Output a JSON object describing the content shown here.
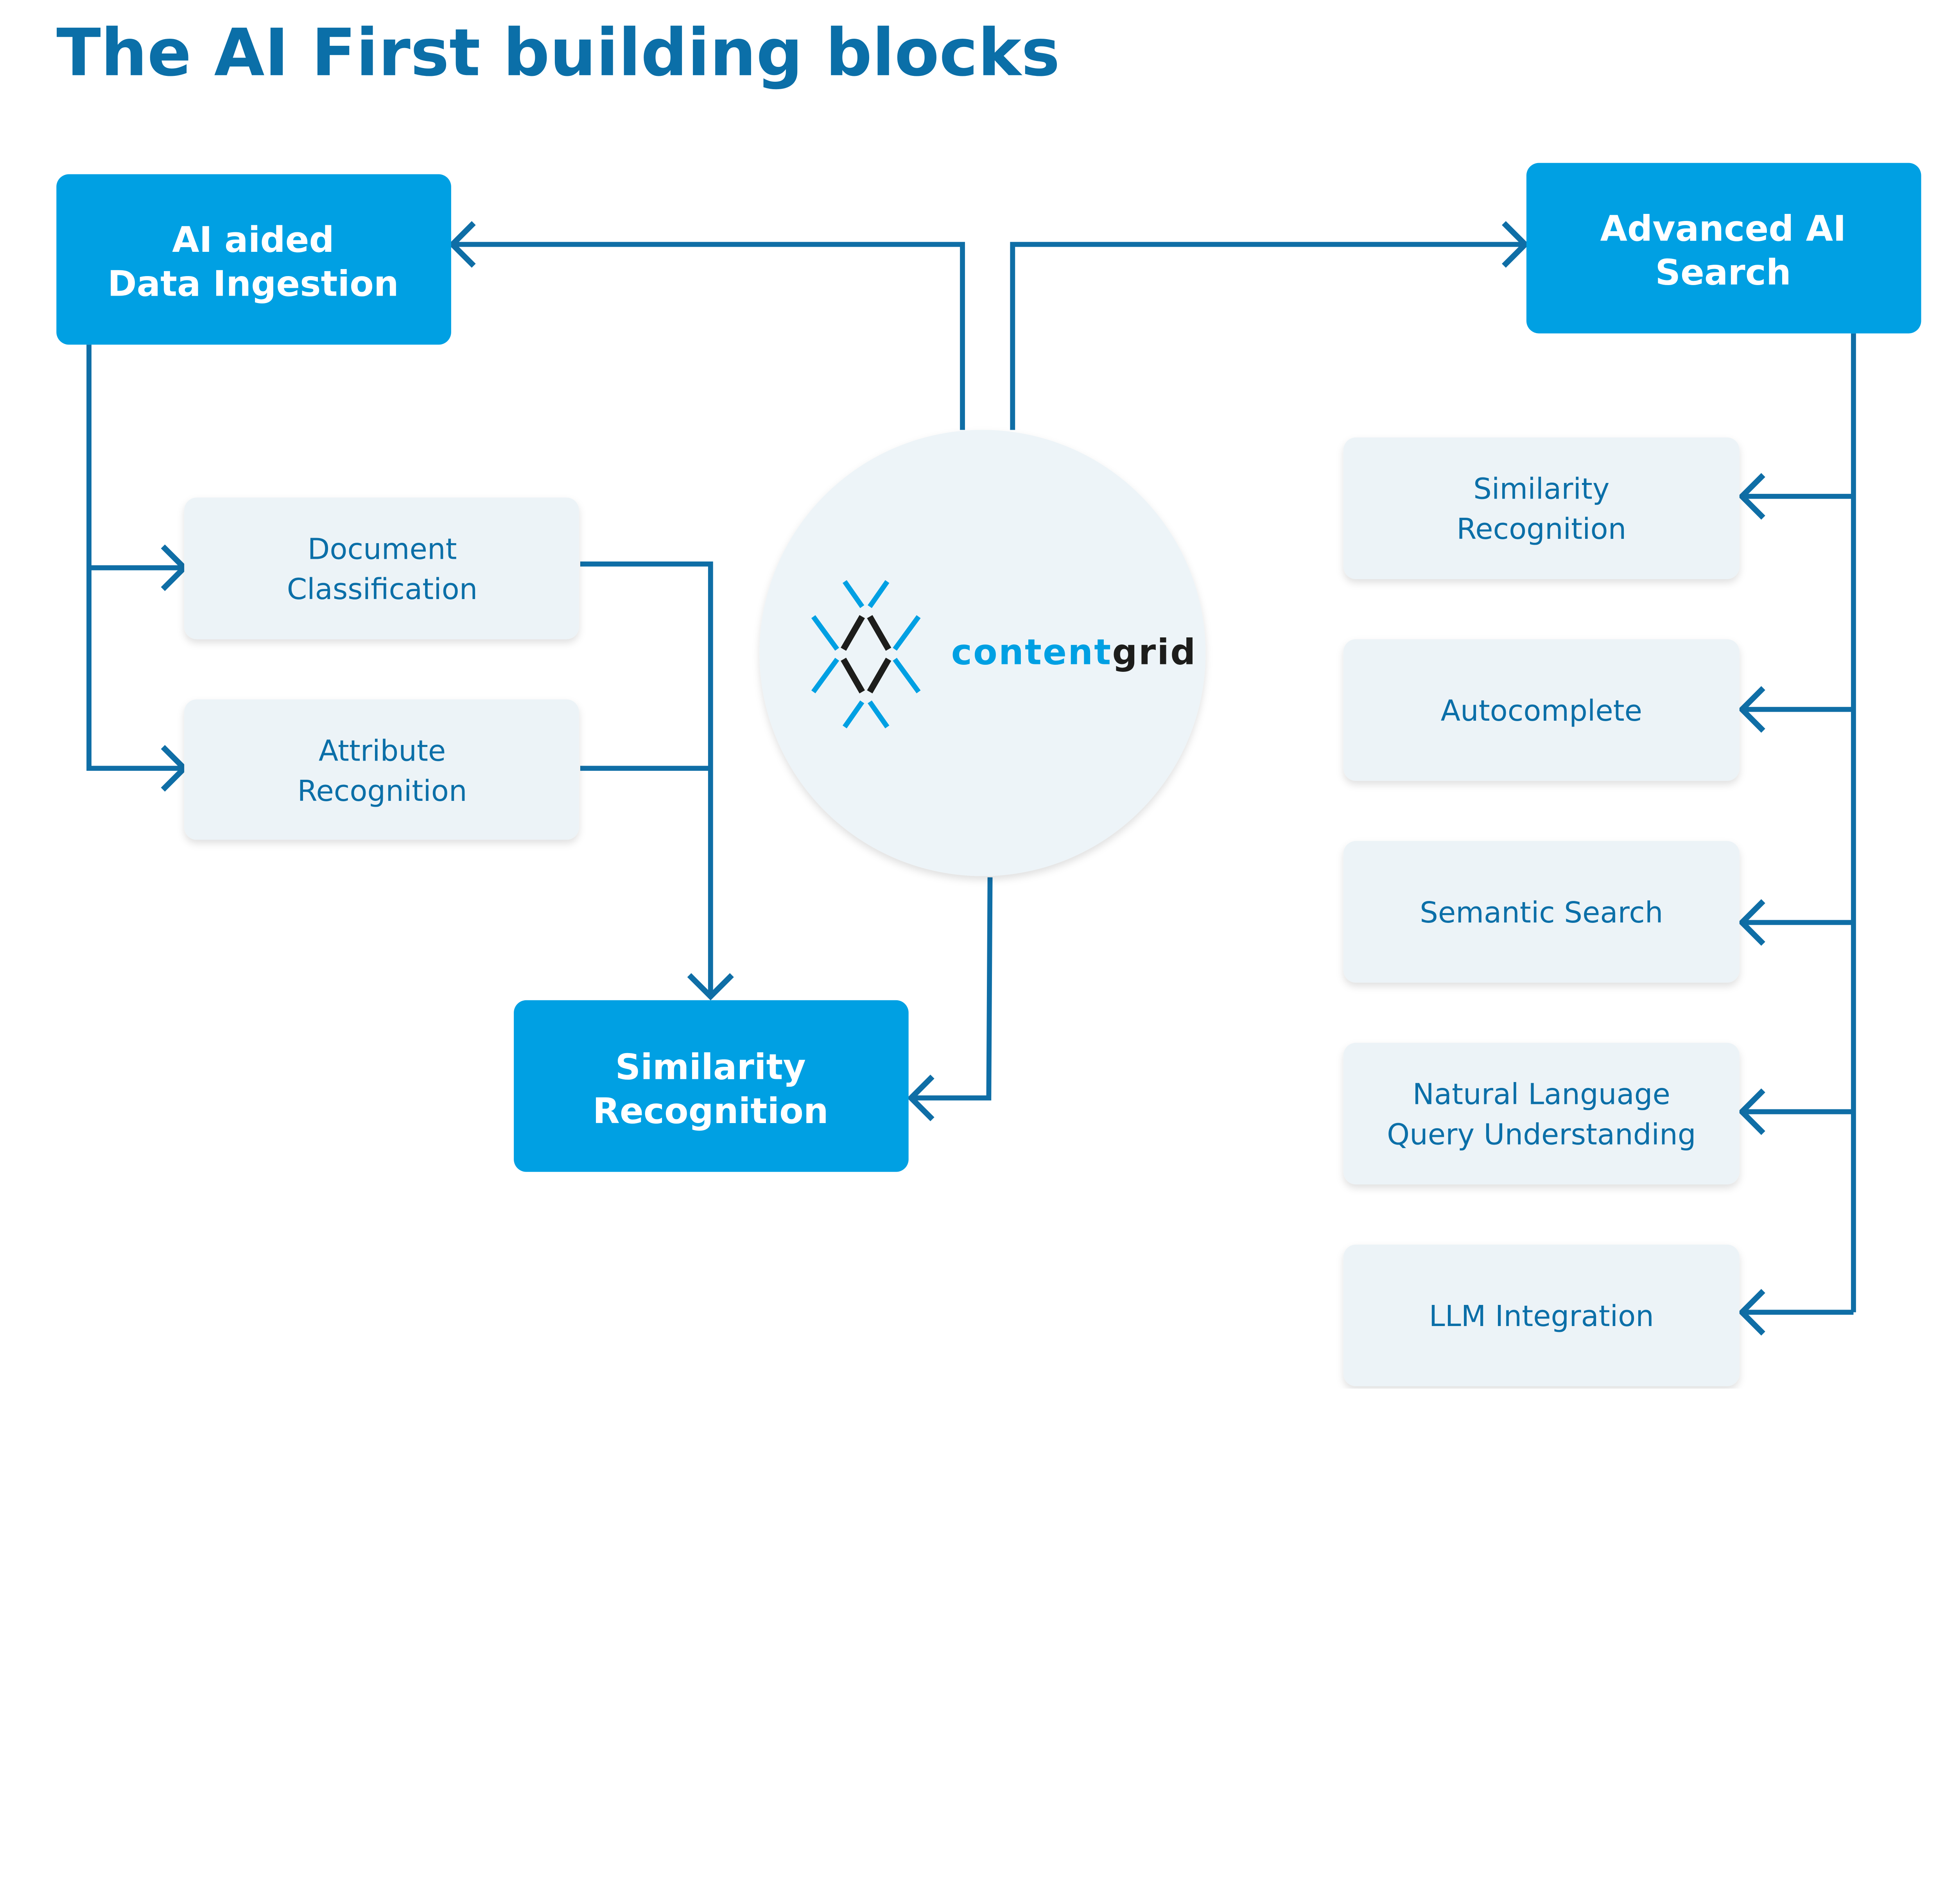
{
  "title": "The AI First building blocks",
  "colors": {
    "title": "#0b6fa8",
    "primary_box": "#00a0e3",
    "secondary_box": "#ecf3f7",
    "connector": "#0f6ea6",
    "hub": "#edf4f8"
  },
  "hub": {
    "logo_part1": "content",
    "logo_part2": "grid",
    "logo_colors": [
      "#00a0e3",
      "#1d1d1b"
    ]
  },
  "primary_nodes": {
    "ingestion": [
      "AI aided",
      "Data Ingestion"
    ],
    "search": [
      "Advanced AI",
      "Search"
    ],
    "similarity": [
      "Similarity",
      "Recognition"
    ]
  },
  "ingestion_children": [
    [
      "Document",
      "Classification"
    ],
    [
      "Attribute",
      "Recognition"
    ]
  ],
  "search_children": [
    [
      "Similarity",
      "Recognition"
    ],
    [
      "Autocomplete"
    ],
    [
      "Semantic Search"
    ],
    [
      "Natural Language",
      "Query Understanding"
    ],
    [
      "LLM Integration"
    ]
  ]
}
